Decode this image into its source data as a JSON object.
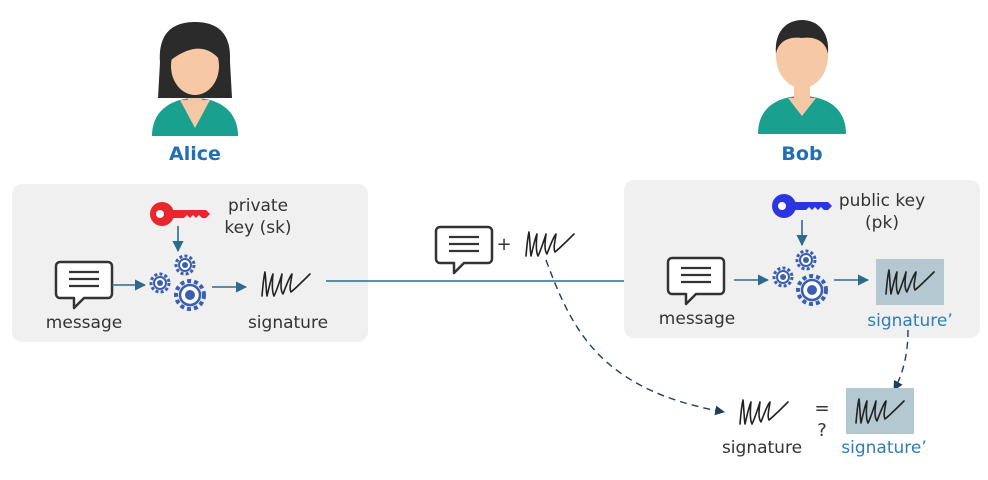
{
  "alice": {
    "name": "Alice"
  },
  "bob": {
    "name": "Bob"
  },
  "alice_box": {
    "key_label_line1": "private",
    "key_label_line2": "key (sk)",
    "message_label": "message",
    "signature_label": "signature"
  },
  "transmission": {
    "plus": "+"
  },
  "bob_box": {
    "key_label_line1": "public key",
    "key_label_line2": "(pk)",
    "message_label": "message",
    "signature_label": "signature’"
  },
  "comparison": {
    "left_label": "signature",
    "equals": "=",
    "question": "?",
    "right_label": "signature’"
  },
  "colors": {
    "private_key": "#e8262b",
    "public_key": "#2b35e0",
    "gear": "#3b5fb0",
    "arrow": "#2e6a8e",
    "box": "#f0f0f0",
    "verified_sig_bg": "#b4c8d2",
    "name": "#1f6fb5",
    "avatar_shirt": "#1aa08e",
    "avatar_skin": "#f6c8a6"
  }
}
